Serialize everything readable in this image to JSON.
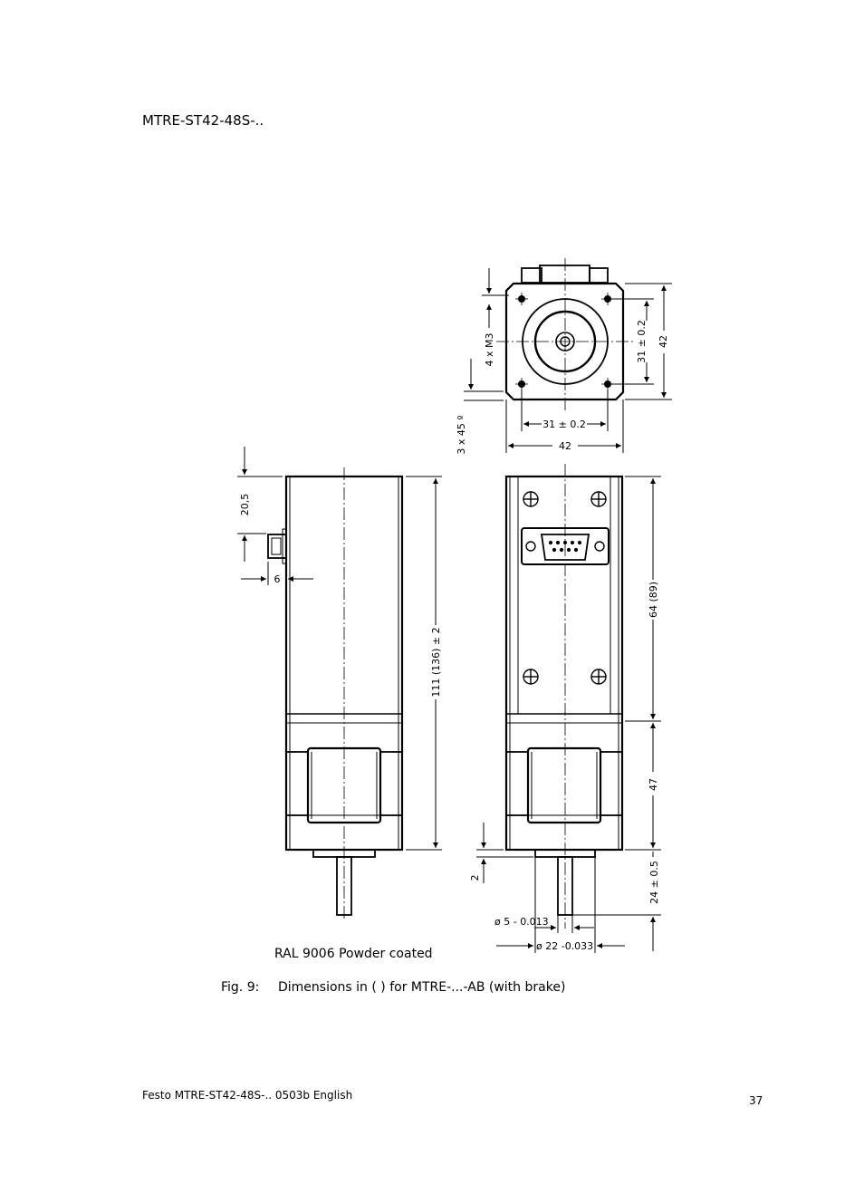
{
  "header": {
    "title": "MTRE-ST42-48S-.."
  },
  "drawing": {
    "dims": {
      "top_hole_pitch_v": "31 ± 0.2",
      "top_width_v": "42",
      "top_hole_pitch_h": "31 ± 0.2",
      "top_width_h": "42",
      "thread_holes": "4 x M3",
      "chamfer": "3 x 45 º",
      "connector_offset": "20,5",
      "connector_depth": "6",
      "body_length": "111 (136) ± 2",
      "upper_section": "64 (89)",
      "lower_section": "47",
      "collar_height": "2",
      "shaft_length": "24 ± 0.5",
      "shaft_diameter": "ø 5 - 0.013",
      "collar_diameter": "ø 22 -0.033"
    }
  },
  "notes": {
    "material": "RAL 9006 Powder coated"
  },
  "figure": {
    "label": "Fig. 9:",
    "caption": "Dimensions in ( ) for MTRE-...-AB (with brake)"
  },
  "footer": {
    "left": "Festo MTRE-ST42-48S-.. 0503b English",
    "page": "37"
  }
}
